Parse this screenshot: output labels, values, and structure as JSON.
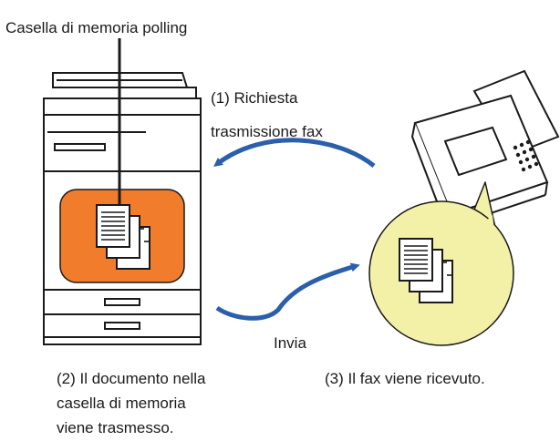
{
  "labels": {
    "polling_box": "Casella di memoria polling",
    "request_line1": "(1) Richiesta",
    "request_line2": "trasmissione fax",
    "send": "Invia",
    "doc_sent_line1": "(2) Il documento nella",
    "doc_sent_line2": "casella di memoria",
    "doc_sent_line3": "viene trasmesso.",
    "fax_received": "(3) Il fax viene ricevuto."
  },
  "colors": {
    "memory_box": "#f07c2c",
    "received_circle": "#f3f0a8",
    "arrow": "#2b5fab",
    "outline": "#1a1a1a"
  },
  "icons": {
    "copier": "multifunction-printer-icon",
    "fax": "fax-machine-icon",
    "documents": "document-stack-icon"
  }
}
